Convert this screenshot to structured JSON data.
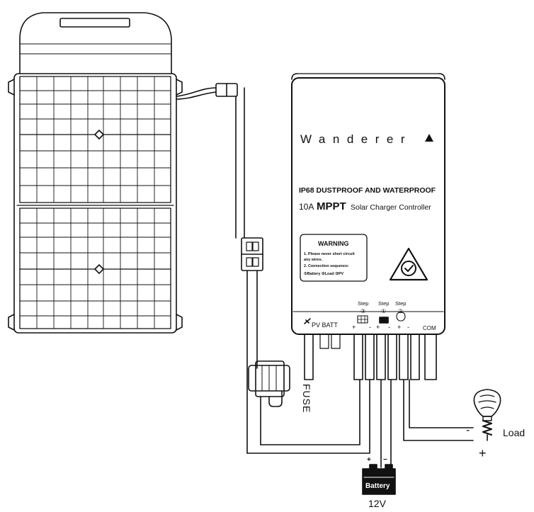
{
  "controller": {
    "brand": "Wanderer",
    "ip_rating": "IP68 DUSTPROOF AND WATERPROOF",
    "model_prefix": "10A",
    "model_bold": "MPPT",
    "model_suffix": "Solar Charger Controller",
    "warning": {
      "title": "WARNING",
      "line1": "1. Please never short circuit",
      "line2": "any wires.",
      "line3": "2. Connection sequence:",
      "line4": "①Battery ②Load ③PV"
    },
    "terminals": {
      "pv_batt_label": "PV BATT",
      "com_label": "COM",
      "step1": "Step",
      "step1_num": "①",
      "step2": "Step",
      "step2_num": "②",
      "step3": "Step",
      "step3_num": "③",
      "pv_plus": "+",
      "pv_minus": "-",
      "batt_plus": "+",
      "batt_minus": "-",
      "load_plus": "+",
      "load_minus": "-"
    }
  },
  "fuse_label": "FUSE",
  "load": {
    "label": "Load",
    "minus": "-",
    "plus": "+"
  },
  "battery": {
    "label": "Battery",
    "voltage": "12V",
    "plus": "+",
    "minus": "−"
  },
  "colors": {
    "line": "#111111",
    "background": "#ffffff"
  }
}
